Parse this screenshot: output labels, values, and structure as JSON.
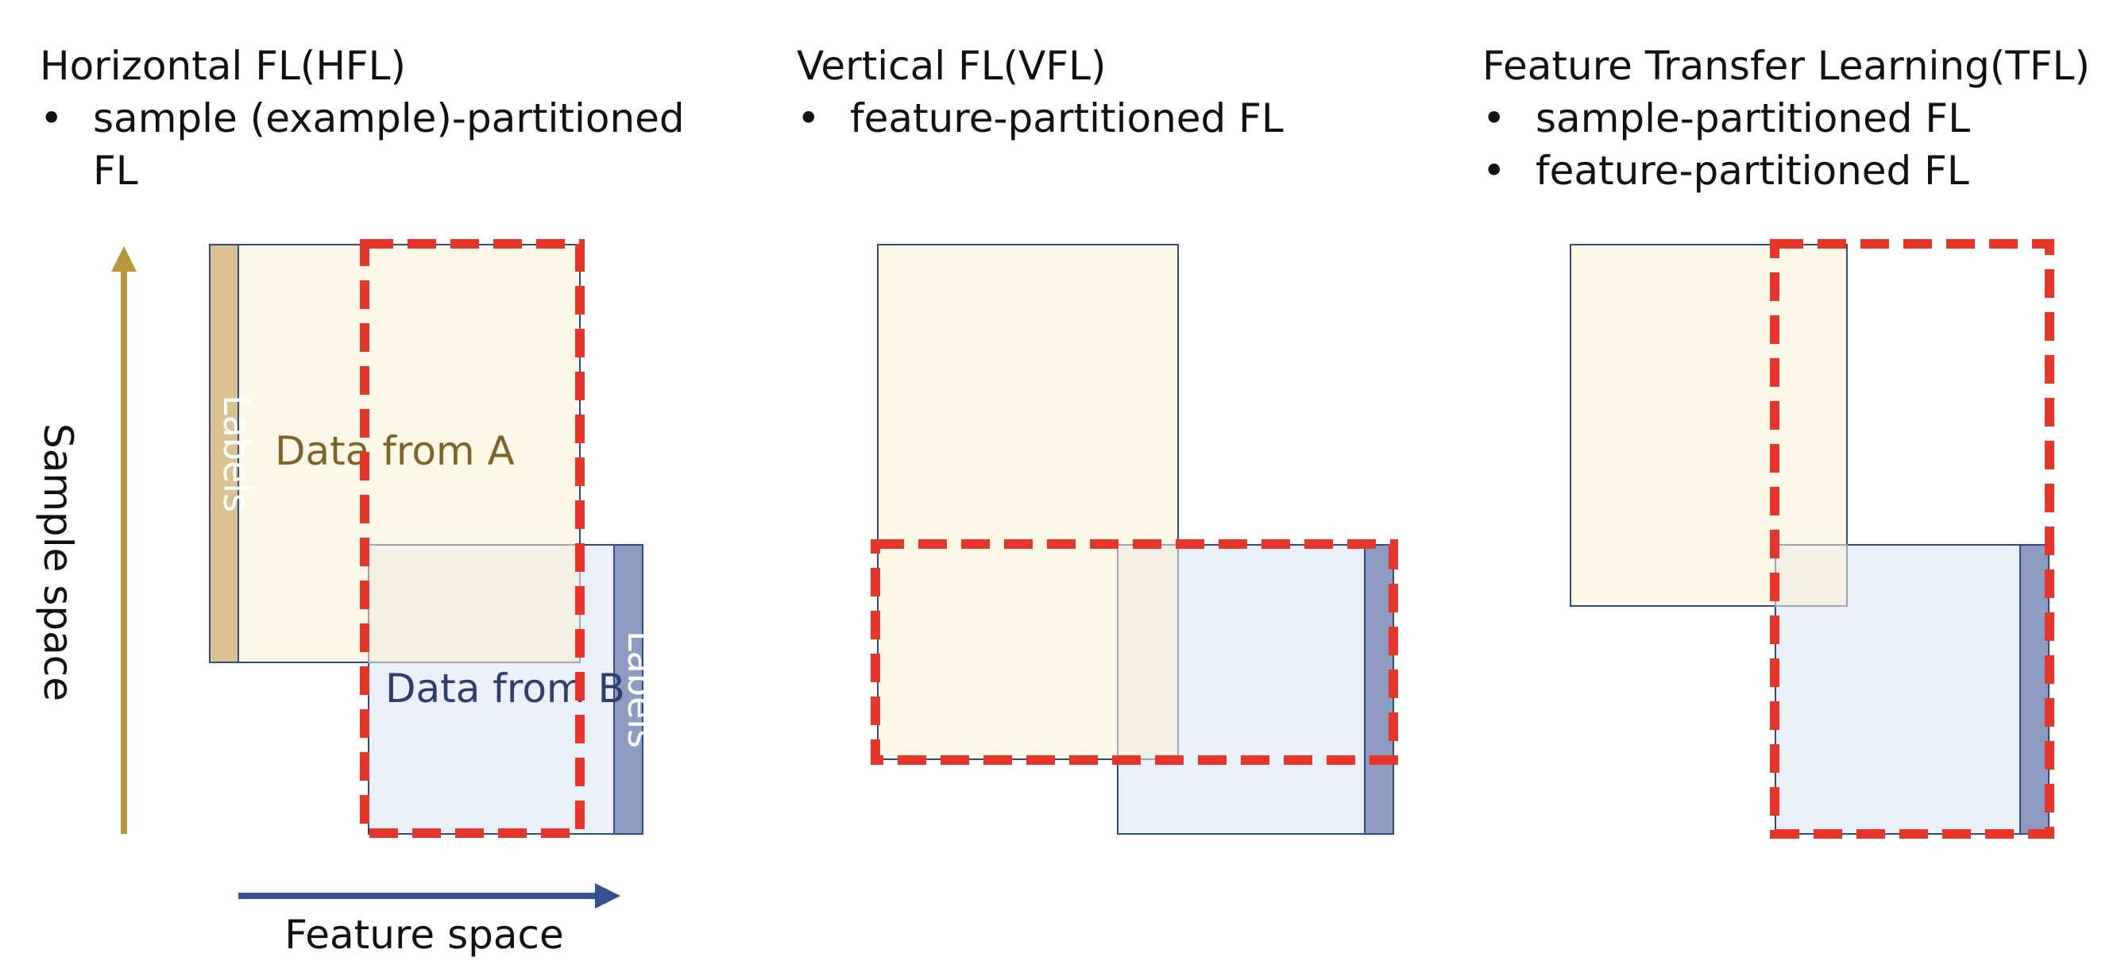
{
  "colors": {
    "data_a_fill": "#fdf8e6",
    "data_b_fill": "#eaeff8",
    "overlap_fill": "#f3f0e2",
    "label_a_fill": "#d9c290",
    "label_b_fill": "#8e9cc2",
    "border": "#2f4a8a",
    "overlap_border": "#9aa4b4",
    "selection": "#e8352a",
    "sample_arrow": "#b8963a",
    "feature_arrow": "#35518f",
    "data_a_text": "#7d6428",
    "data_b_text": "#2e3f6b"
  },
  "panels": {
    "hfl": {
      "title": "Horizontal FL(HFL)",
      "bullets": [
        "sample (example)-partitioned",
        "FL"
      ],
      "data_a_label": "Data from A",
      "data_b_label": "Data from B",
      "labels_a": "Labels",
      "labels_b": "Labels",
      "sample_axis": "Sample space",
      "feature_axis": "Feature space"
    },
    "vfl": {
      "title": "Vertical FL(VFL)",
      "bullets": [
        "feature-partitioned FL"
      ]
    },
    "tfl": {
      "title": "Feature Transfer Learning(TFL)",
      "bullets": [
        "sample-partitioned FL",
        "feature-partitioned FL"
      ]
    }
  }
}
